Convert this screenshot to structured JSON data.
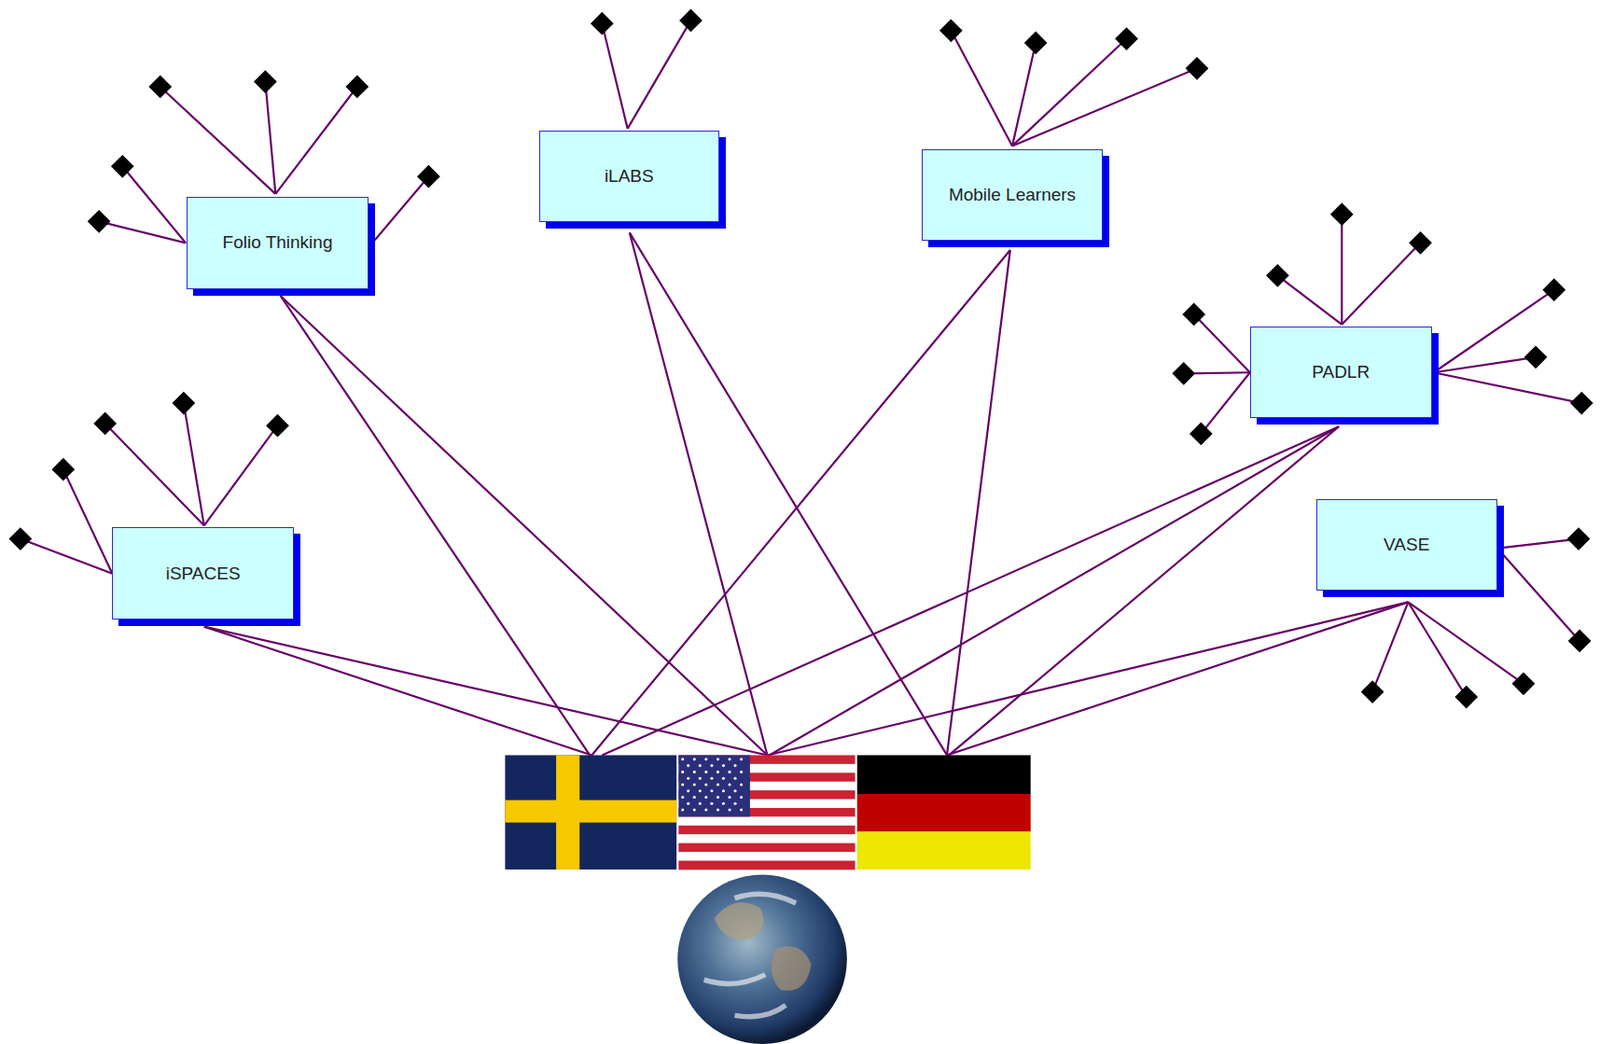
{
  "diagram": {
    "nodes": [
      {
        "text": [
          "Folio Thinking"
        ]
      },
      {
        "text": [
          "iLABS"
        ]
      },
      {
        "text": [
          "Mobile Learners"
        ]
      },
      {
        "text": [
          "PADLR"
        ]
      },
      {
        "text": [
          "iSPACES"
        ]
      },
      {
        "text": [
          "VASE"
        ]
      }
    ]
  }
}
